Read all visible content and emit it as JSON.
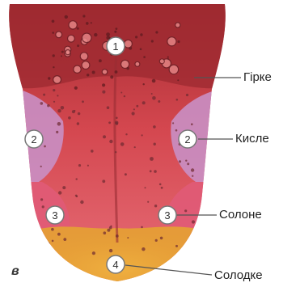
{
  "panel_letter": "в",
  "zones": [
    {
      "number": "1",
      "label": "Гірке",
      "color": "#b8323a"
    },
    {
      "number": "2",
      "label": "Кисле",
      "color": "#c98fc4"
    },
    {
      "number": "3",
      "label": "Солоне",
      "color": "#e05a78"
    },
    {
      "number": "4",
      "label": "Солодке",
      "color": "#e6a233"
    }
  ],
  "tongue_base_color": "#d8505a"
}
